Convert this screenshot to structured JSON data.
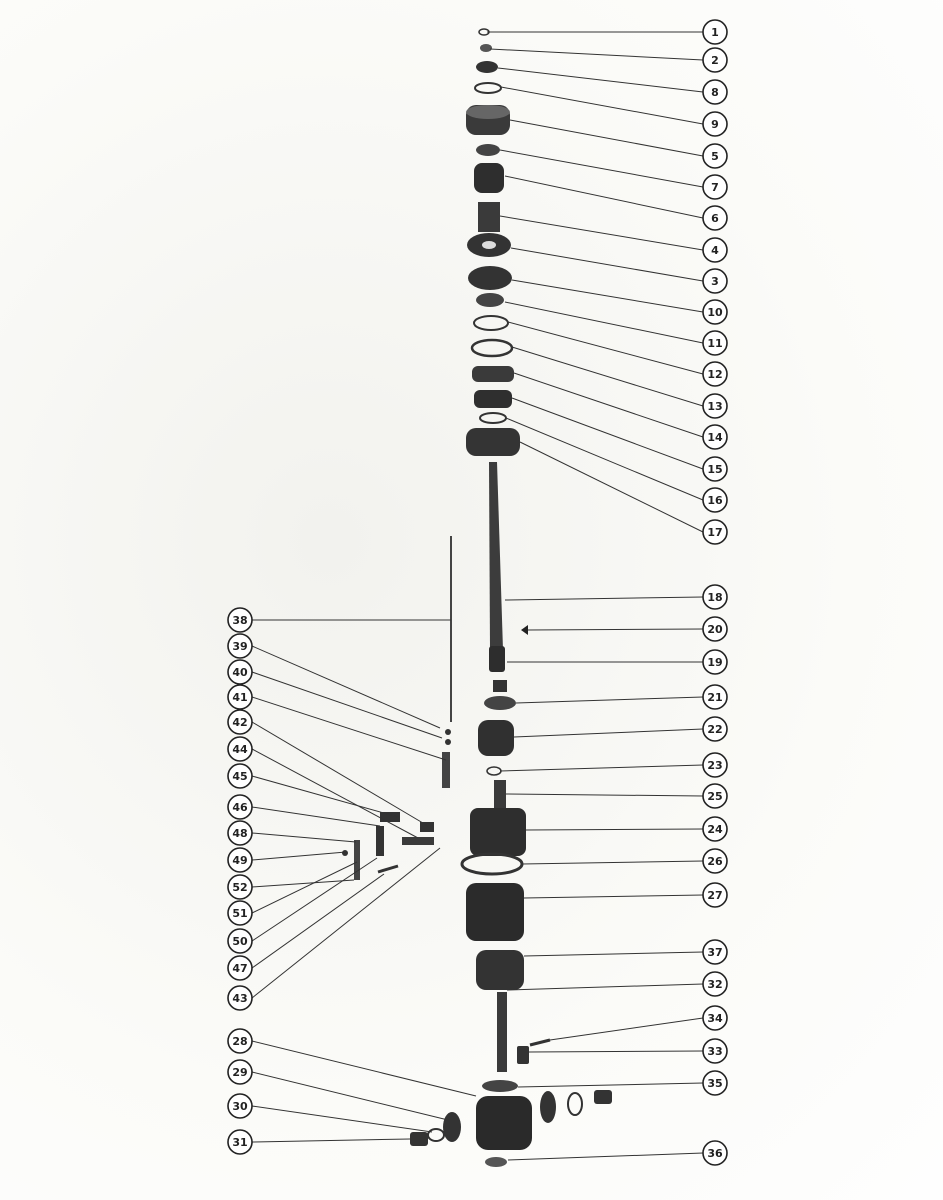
{
  "diagram": {
    "callouts_right": [
      "1",
      "2",
      "8",
      "9",
      "5",
      "7",
      "6",
      "4",
      "3",
      "10",
      "11",
      "12",
      "13",
      "14",
      "15",
      "16",
      "17",
      "18",
      "20",
      "19",
      "21",
      "22",
      "23",
      "25",
      "24",
      "26",
      "27",
      "37",
      "32",
      "34",
      "33",
      "35",
      "36"
    ],
    "callouts_left": [
      "38",
      "39",
      "40",
      "41",
      "42",
      "44",
      "45",
      "46",
      "48",
      "49",
      "52",
      "51",
      "50",
      "47",
      "43",
      "28",
      "29",
      "30",
      "31"
    ]
  }
}
